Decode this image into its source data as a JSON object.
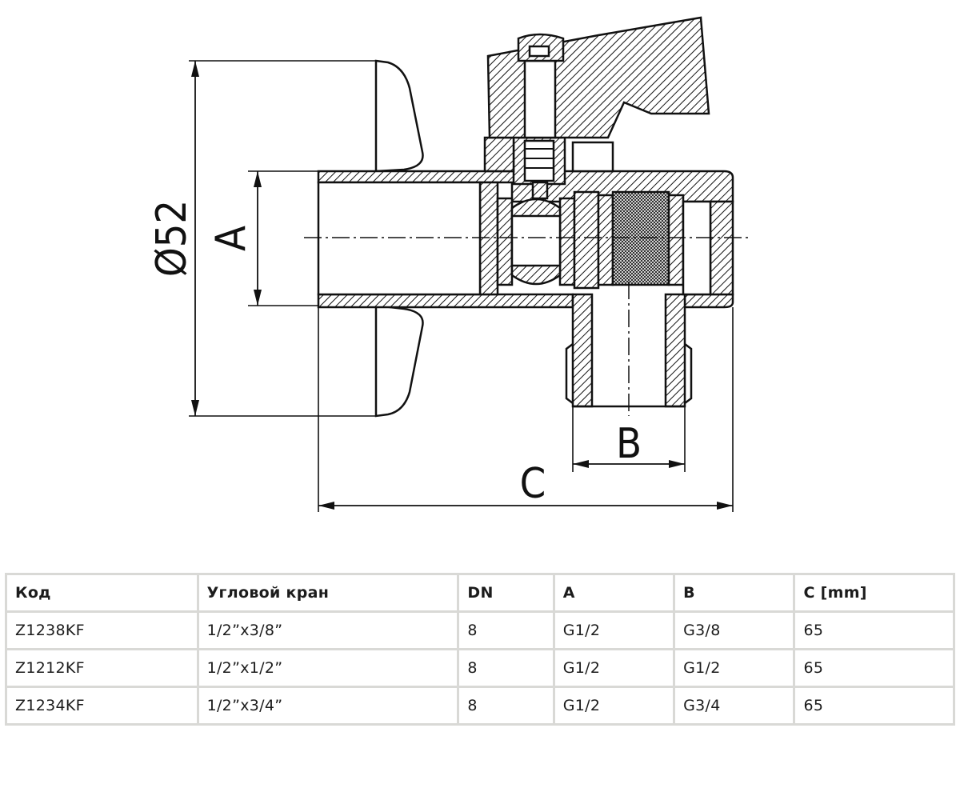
{
  "diagram": {
    "labels": {
      "diameter": "Ø52",
      "a": "A",
      "b": "B",
      "c": "C"
    }
  },
  "table": {
    "headers": [
      "Код",
      "Угловой кран",
      "DN",
      "A",
      "B",
      "C [mm]"
    ],
    "rows": [
      [
        "Z1238KF",
        "1/2”x3/8”",
        "8",
        "G1/2",
        "G3/8",
        "65"
      ],
      [
        "Z1212KF",
        "1/2”x1/2”",
        "8",
        "G1/2",
        "G1/2",
        "65"
      ],
      [
        "Z1234KF",
        "1/2”x3/4”",
        "8",
        "G1/2",
        "G3/4",
        "65"
      ]
    ]
  }
}
